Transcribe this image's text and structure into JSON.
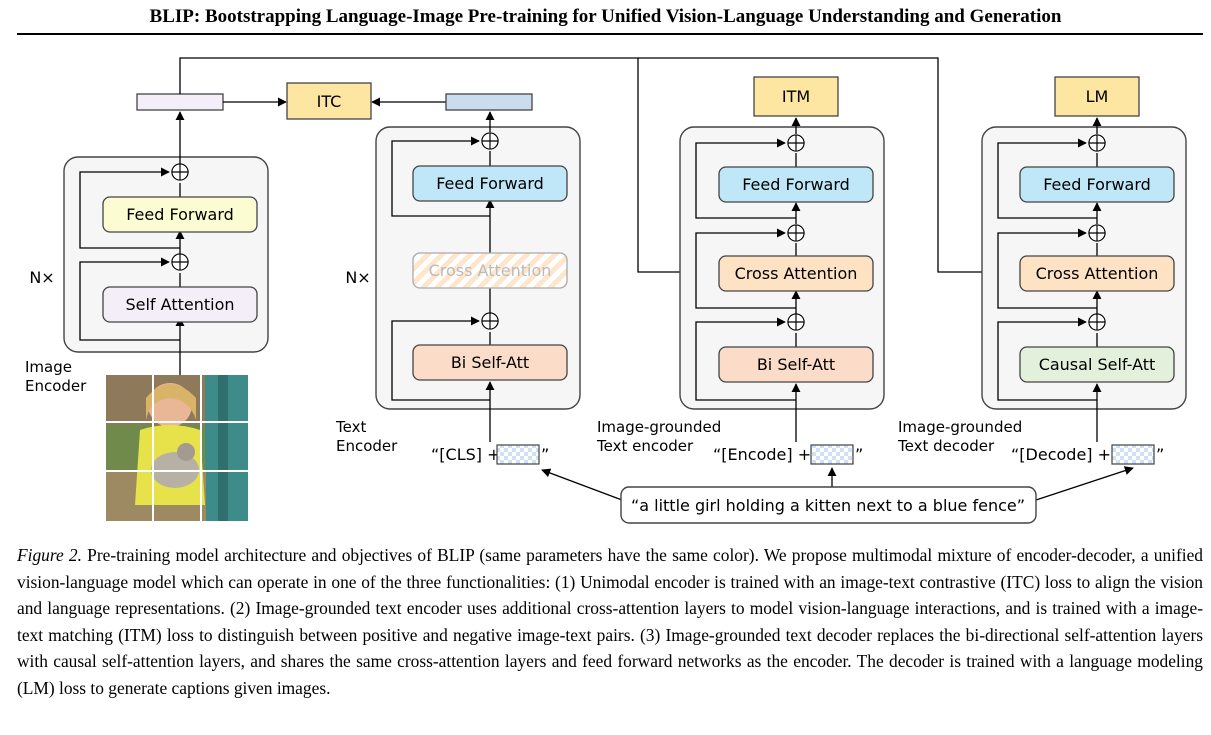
{
  "header": {
    "title": "BLIP: Bootstrapping Language-Image Pre-training for Unified Vision-Language Understanding and Generation"
  },
  "figure": {
    "image_encoder": {
      "repeat": "N×",
      "label_line1": "Image",
      "label_line2": "Encoder",
      "feed_forward": "Feed Forward",
      "self_attention": "Self Attention"
    },
    "itc": "ITC",
    "text_encoder": {
      "repeat": "N×",
      "label_line1": "Text",
      "label_line2": "Encoder",
      "feed_forward": "Feed Forward",
      "cross_attention": "Cross Attention",
      "self_att": "Bi Self-Att",
      "input_prefix": "“[CLS] +",
      "input_suffix": "”"
    },
    "grounded_encoder": {
      "objective": "ITM",
      "label_line1": "Image-grounded",
      "label_line2": "Text encoder",
      "feed_forward": "Feed Forward",
      "cross_attention": "Cross Attention",
      "self_att": "Bi Self-Att",
      "input_prefix": "“[Encode] +",
      "input_suffix": "”"
    },
    "grounded_decoder": {
      "objective": "LM",
      "label_line1": "Image-grounded",
      "label_line2": "Text decoder",
      "feed_forward": "Feed Forward",
      "cross_attention": "Cross Attention",
      "self_att": "Causal Self-Att",
      "input_prefix": "“[Decode] +",
      "input_suffix": "”"
    },
    "caption_text": "“a little girl holding a kitten next to a blue fence”",
    "colors": {
      "feed_forward_image": "#fbfcd2",
      "self_attention_image": "#f4eef9",
      "feed_forward_text": "#bfe7f8",
      "cross_attention": "#fde3c4",
      "bi_self_att": "#fbdcc9",
      "causal_self_att": "#e3f1dc",
      "objective_box": "#fde6a2",
      "panel_bg": "#f6f6f6"
    }
  },
  "caption": {
    "label": "Figure 2.",
    "text": " Pre-training model architecture and objectives of BLIP (same parameters have the same color). We propose multimodal mixture of encoder-decoder, a unified vision-language model which can operate in one of the three functionalities: (1) Unimodal encoder is trained with an image-text contrastive (ITC) loss to align the vision and language representations. (2) Image-grounded text encoder uses additional cross-attention layers to model vision-language interactions, and is trained with a image-text matching (ITM) loss to distinguish between positive and negative image-text pairs. (3) Image-grounded text decoder replaces the bi-directional self-attention layers with causal self-attention layers, and shares the same cross-attention layers and feed forward networks as the encoder. The decoder is trained with a language modeling (LM) loss to generate captions given images."
  }
}
